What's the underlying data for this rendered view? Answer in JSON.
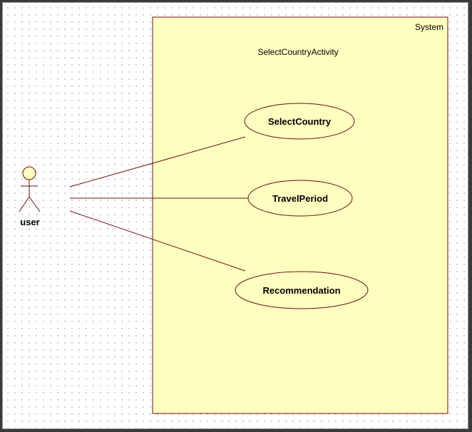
{
  "diagram": {
    "type": "uml-use-case",
    "system": {
      "name": "System",
      "subtitle": "SelectCountryActivity"
    },
    "actor": {
      "name": "user"
    },
    "use_cases": [
      {
        "label": "SelectCountry"
      },
      {
        "label": "TravelPeriod"
      },
      {
        "label": "Recommendation"
      }
    ],
    "associations": [
      {
        "from": "user",
        "to": "SelectCountry"
      },
      {
        "from": "user",
        "to": "TravelPeriod"
      },
      {
        "from": "user",
        "to": "Recommendation"
      }
    ]
  },
  "colors": {
    "system_fill": "#ffffc0",
    "stroke": "#6b1010",
    "actor_head_fill": "#ffffc0",
    "background": "#ffffff",
    "frame": "#3a3a3a"
  }
}
